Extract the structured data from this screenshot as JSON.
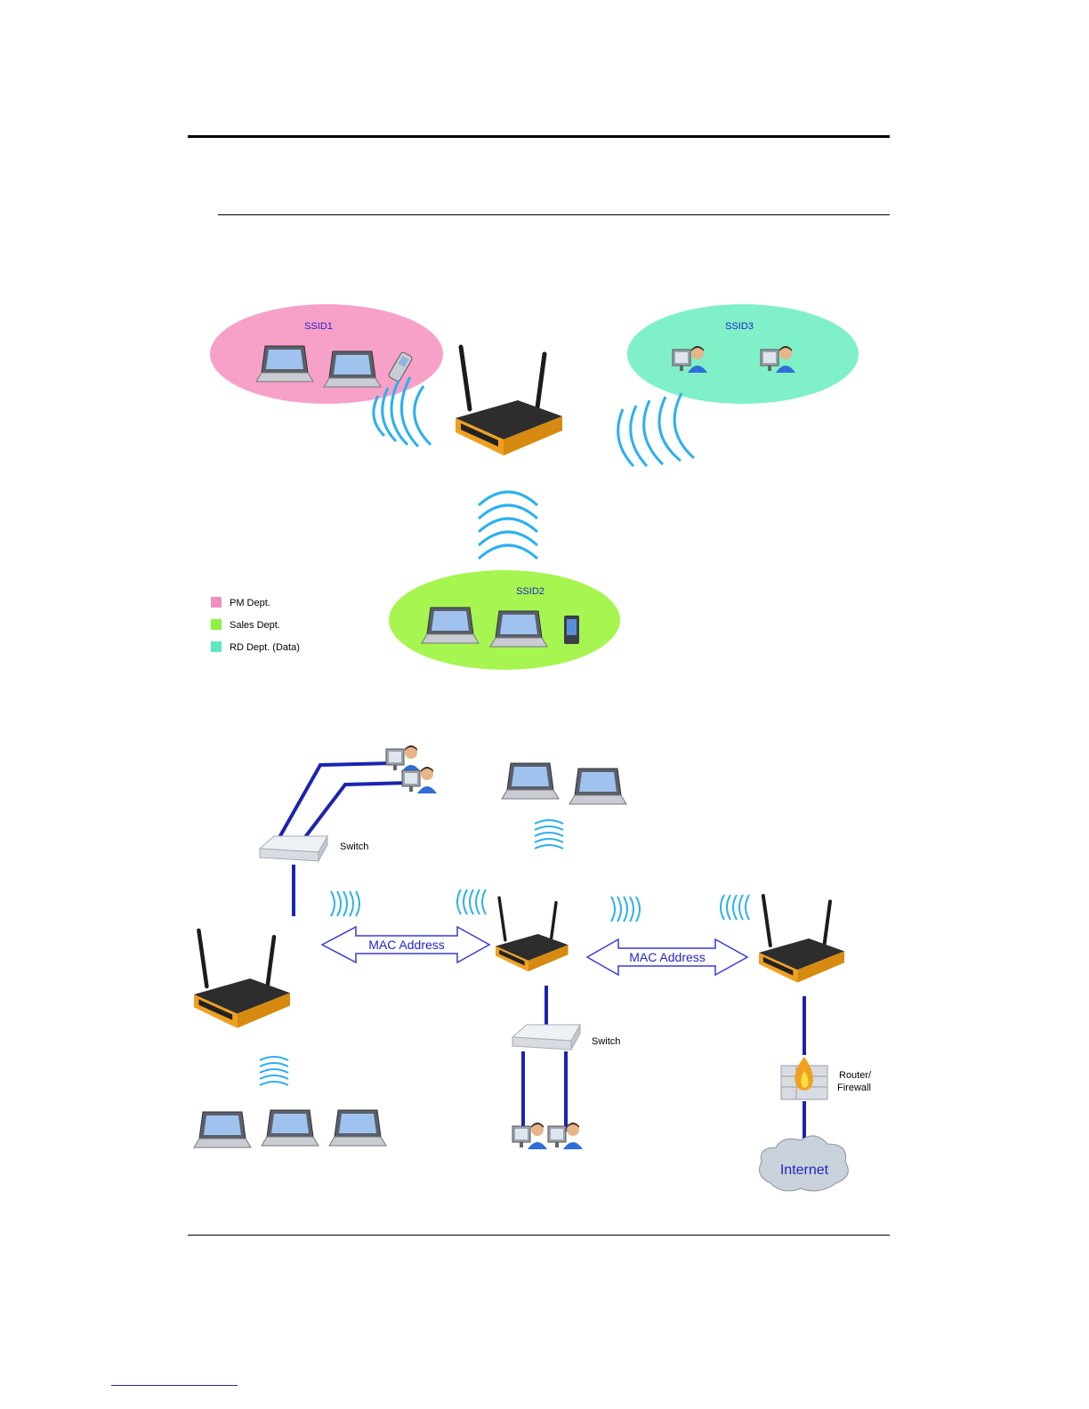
{
  "ssid_diagram": {
    "zones": [
      {
        "id": "ssid1",
        "label": "SSID1",
        "color": "#f7a0c8"
      },
      {
        "id": "ssid2",
        "label": "SSID2",
        "color": "#a6f550"
      },
      {
        "id": "ssid3",
        "label": "SSID3",
        "color": "#7ff0c8"
      }
    ],
    "legend": [
      {
        "label": "PM Dept.",
        "color": "#f08ec0"
      },
      {
        "label": "Sales Dept.",
        "color": "#8ef040"
      },
      {
        "label": "RD Dept. (Data)",
        "color": "#5ee8c0"
      }
    ]
  },
  "wds_diagram": {
    "switch_labels": [
      "Switch",
      "Switch"
    ],
    "link_labels": [
      "MAC Address",
      "MAC Address"
    ],
    "router_label_lines": [
      "Router/",
      "Firewall"
    ],
    "internet_label": "Internet"
  },
  "colors": {
    "wire": "#1a24b0",
    "wave": "#2ab0f0",
    "arrow_stroke": "#3a3ad8",
    "label_blue": "#2323c8",
    "device_body": "#2a2a2a",
    "device_accent": "#f0a020"
  }
}
